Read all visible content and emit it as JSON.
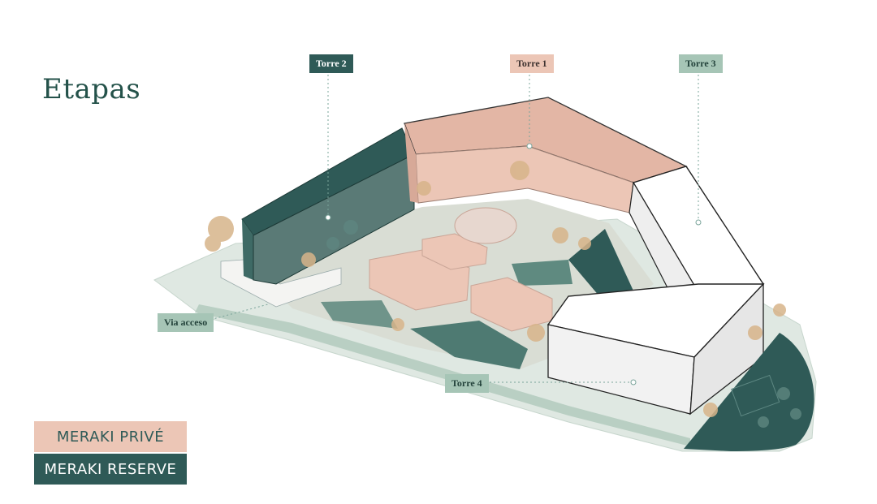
{
  "title": "Etapas",
  "labels": {
    "torre2": "Torre 2",
    "torre1": "Torre 1",
    "torre3": "Torre 3",
    "torre4": "Torre 4",
    "via_acceso": "Via acceso"
  },
  "legend": {
    "prive": "MERAKI PRIVÉ",
    "reserve": "MERAKI RESERVE"
  },
  "colors": {
    "prive": "#ecc6b6",
    "reserve": "#2f5a57",
    "mint": "#a6c5b6",
    "title": "#24524a"
  }
}
